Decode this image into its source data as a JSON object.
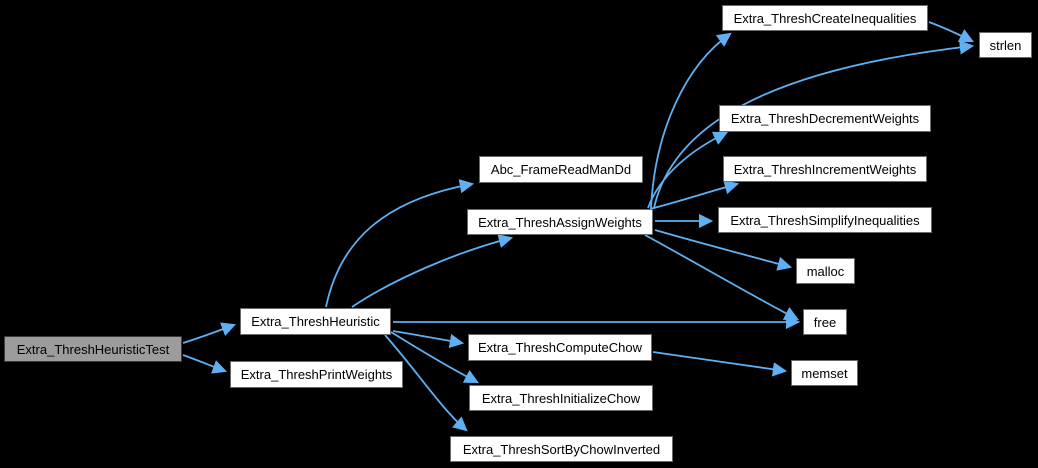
{
  "diagram": {
    "type": "call-graph",
    "background_color": "#000000",
    "edge_color": "#5fb0f2",
    "node_fill_color": "#ffffff",
    "node_border_color": "#6a6a6a",
    "highlight_fill_color": "#9c9c9c",
    "highlight_border_color": "#3c3c3c",
    "text_color": "#000000"
  },
  "nodes": [
    {
      "label": "Extra_ThreshHeuristicTest",
      "highlighted": true
    },
    {
      "label": "Extra_ThreshHeuristic",
      "highlighted": false
    },
    {
      "label": "Extra_ThreshPrintWeights",
      "highlighted": false
    },
    {
      "label": "Abc_FrameReadManDd",
      "highlighted": false
    },
    {
      "label": "Extra_ThreshAssignWeights",
      "highlighted": false
    },
    {
      "label": "Extra_ThreshCreateInequalities",
      "highlighted": false
    },
    {
      "label": "strlen",
      "highlighted": false
    },
    {
      "label": "Extra_ThreshDecrementWeights",
      "highlighted": false
    },
    {
      "label": "Extra_ThreshIncrementWeights",
      "highlighted": false
    },
    {
      "label": "Extra_ThreshSimplifyInequalities",
      "highlighted": false
    },
    {
      "label": "malloc",
      "highlighted": false
    },
    {
      "label": "free",
      "highlighted": false
    },
    {
      "label": "Extra_ThreshComputeChow",
      "highlighted": false
    },
    {
      "label": "memset",
      "highlighted": false
    },
    {
      "label": "Extra_ThreshInitializeChow",
      "highlighted": false
    },
    {
      "label": "Extra_ThreshSortByChowInverted",
      "highlighted": false
    }
  ],
  "edges": [
    {
      "from": "Extra_ThreshHeuristicTest",
      "to": "Extra_ThreshHeuristic"
    },
    {
      "from": "Extra_ThreshHeuristicTest",
      "to": "Extra_ThreshPrintWeights"
    },
    {
      "from": "Extra_ThreshHeuristic",
      "to": "Abc_FrameReadManDd"
    },
    {
      "from": "Extra_ThreshHeuristic",
      "to": "Extra_ThreshAssignWeights"
    },
    {
      "from": "Extra_ThreshHeuristic",
      "to": "free"
    },
    {
      "from": "Extra_ThreshHeuristic",
      "to": "Extra_ThreshComputeChow"
    },
    {
      "from": "Extra_ThreshHeuristic",
      "to": "Extra_ThreshInitializeChow"
    },
    {
      "from": "Extra_ThreshHeuristic",
      "to": "Extra_ThreshSortByChowInverted"
    },
    {
      "from": "Extra_ThreshAssignWeights",
      "to": "Extra_ThreshCreateInequalities"
    },
    {
      "from": "Extra_ThreshAssignWeights",
      "to": "strlen"
    },
    {
      "from": "Extra_ThreshAssignWeights",
      "to": "Extra_ThreshDecrementWeights"
    },
    {
      "from": "Extra_ThreshAssignWeights",
      "to": "Extra_ThreshIncrementWeights"
    },
    {
      "from": "Extra_ThreshAssignWeights",
      "to": "Extra_ThreshSimplifyInequalities"
    },
    {
      "from": "Extra_ThreshAssignWeights",
      "to": "malloc"
    },
    {
      "from": "Extra_ThreshAssignWeights",
      "to": "free"
    },
    {
      "from": "Extra_ThreshCreateInequalities",
      "to": "strlen"
    },
    {
      "from": "Extra_ThreshComputeChow",
      "to": "memset"
    }
  ]
}
